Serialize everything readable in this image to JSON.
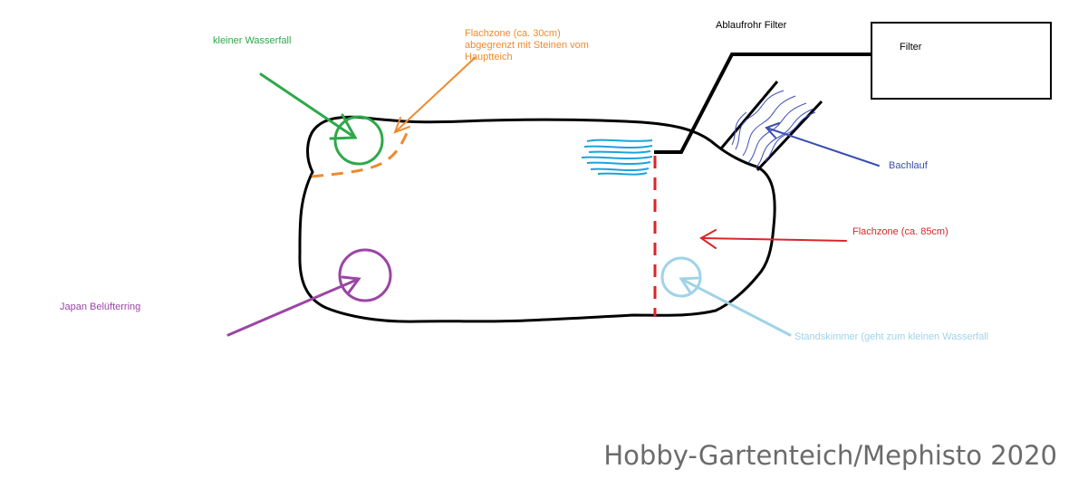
{
  "labels": {
    "kleiner_wasserfall": "kleiner Wasserfall",
    "flachzone_30": [
      "Flachzone (ca. 30cm)",
      "abgegrenzt mit Steinen vom",
      "Hauptteich"
    ],
    "ablaufrohr": "Ablaufrohr Filter",
    "filter": "Filter",
    "bachlauf": "Bachlauf",
    "flachzone_85": "Flachzone (ca. 85cm)",
    "japan_ring": "Japan Belüfterring",
    "standskimmer": "Standskimmer (geht zum kleinen Wasserfall"
  },
  "watermark": "Hobby-Gartenteich/Mephisto 2020",
  "colors": {
    "outline": "#000000",
    "green": "#2ea84a",
    "orange": "#ef8a2e",
    "blue_water": "#1aa3dc",
    "navy": "#3a4db5",
    "red": "#d9262b",
    "purple": "#9b45a4",
    "light_blue": "#9fd3e8",
    "watermark": "#6b6b6b"
  }
}
